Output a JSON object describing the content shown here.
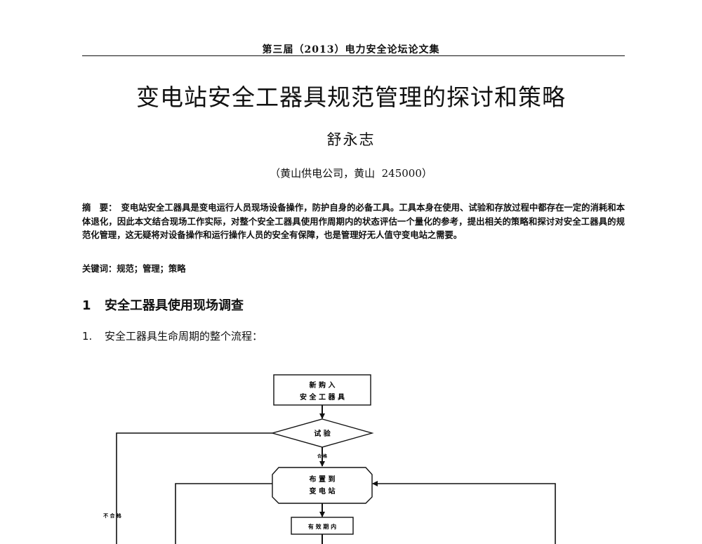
{
  "header": {
    "running_head": "第三届（2013）电力安全论坛论文集"
  },
  "paper": {
    "title": "变电站安全工器具规范管理的探讨和策略",
    "author": "舒永志",
    "affiliation": "（黄山供电公司，黄山  245000）",
    "abstract_label": "摘　要：",
    "abstract_text": "变电站安全工器具是变电运行人员现场设备操作，防护自身的必备工具。工具本身在使用、试验和存放过程中都存在一定的消耗和本体退化，因此本文结合现场工作实际，对整个安全工器具使用作周期内的状态评估一个量化的参考，提出相关的策略和探讨对安全工器具的规范化管理，这无疑将对设备操作和运行操作人员的安全有保障，也是管理好无人值守变电站之需要。",
    "keywords": "关键词：规范；管理；策略"
  },
  "section": {
    "number": "1",
    "title": "安全工器具使用现场调查"
  },
  "subsection": {
    "number": "1.",
    "title": "安全工器具生命周期的整个流程："
  },
  "flowchart": {
    "box_purchase_line1": "新 购 入",
    "box_purchase_line2": "安 全 工 器 具",
    "diamond_test": "试 验",
    "label_pass": "合 格",
    "box_deploy_line1": "布 置 到",
    "box_deploy_line2": "变 电 站",
    "box_valid": "有 效 期 内",
    "label_fail": "不 合 格"
  }
}
